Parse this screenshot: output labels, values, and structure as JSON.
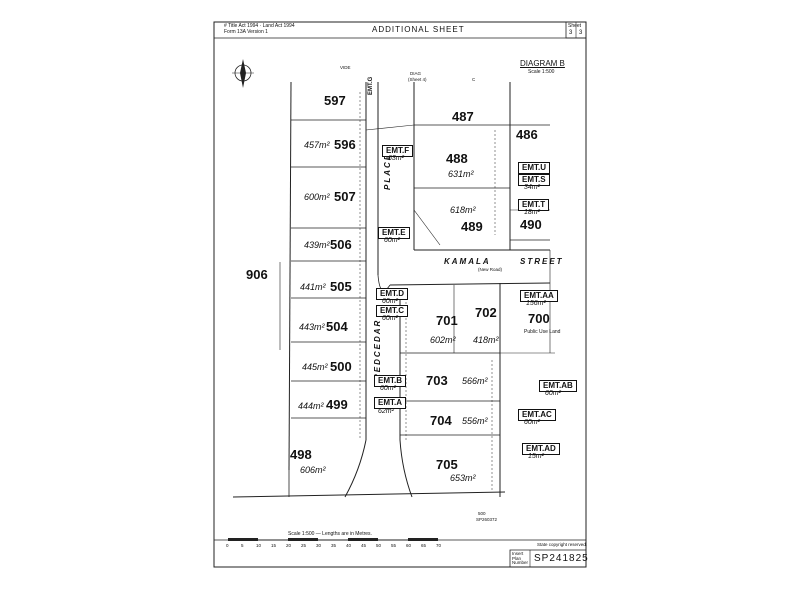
{
  "header": {
    "act_line1": "# Title Act 1994 · Land Act 1994",
    "act_line2": "Form 13A Version 1",
    "title": "ADDITIONAL SHEET",
    "sheet_label": "Sheet",
    "sheet_number": "3",
    "sheet_total": "3"
  },
  "diagram": {
    "title": "DIAGRAM B",
    "scale": "Scale 1:500"
  },
  "roads": {
    "place": "PLACE",
    "kamala": "KAMALA",
    "street": "STREET",
    "redcedar": "REDCEDAR",
    "new_road": "(New Road)",
    "vide": "VIDE",
    "diag": "DIAG",
    "sheet4": "(Sheet 4)",
    "c": "C"
  },
  "lots": [
    {
      "n": "597",
      "area": ""
    },
    {
      "n": "596",
      "area": "457m²"
    },
    {
      "n": "507",
      "area": "600m²"
    },
    {
      "n": "506",
      "area": "439m²"
    },
    {
      "n": "505",
      "area": "441m²"
    },
    {
      "n": "504",
      "area": "443m²"
    },
    {
      "n": "500",
      "area": "445m²"
    },
    {
      "n": "499",
      "area": "444m²"
    },
    {
      "n": "498",
      "area": "606m²"
    },
    {
      "n": "487",
      "area": ""
    },
    {
      "n": "486",
      "area": ""
    },
    {
      "n": "488",
      "area": "631m²"
    },
    {
      "n": "489",
      "area": "618m²"
    },
    {
      "n": "490",
      "area": ""
    },
    {
      "n": "701",
      "area": "602m²"
    },
    {
      "n": "702",
      "area": "418m²"
    },
    {
      "n": "703",
      "area": "566m²"
    },
    {
      "n": "704",
      "area": "556m²"
    },
    {
      "n": "705",
      "area": "653m²"
    },
    {
      "n": "700",
      "area": "Public Use Land"
    },
    {
      "n": "906",
      "area": ""
    }
  ],
  "easements": [
    {
      "n": "EMT.G",
      "area": ""
    },
    {
      "n": "EMT.F",
      "area": "63m²"
    },
    {
      "n": "EMT.E",
      "area": "60m²"
    },
    {
      "n": "EMT.D",
      "area": "60m²"
    },
    {
      "n": "EMT.C",
      "area": "60m²"
    },
    {
      "n": "EMT.B",
      "area": "60m²"
    },
    {
      "n": "EMT.A",
      "area": "62m²"
    },
    {
      "n": "EMT.U",
      "area": ""
    },
    {
      "n": "EMT.S",
      "area": "34m²"
    },
    {
      "n": "EMT.T",
      "area": "18m²"
    },
    {
      "n": "EMT.AA",
      "area": "156m²"
    },
    {
      "n": "EMT.AB",
      "area": "60m²"
    },
    {
      "n": "EMT.AC",
      "area": "60m²"
    },
    {
      "n": "EMT.AD",
      "area": "15m²"
    }
  ],
  "scale_bar": {
    "caption": "Scale 1:500 — Lengths are in Metres.",
    "ticks": [
      "0",
      "5",
      "10",
      "15",
      "20",
      "25",
      "30",
      "35",
      "40",
      "45",
      "50",
      "55",
      "60",
      "65",
      "70"
    ]
  },
  "footer": {
    "copyright": "State copyright reserved.",
    "plan_label": "Insert Plan Number",
    "plan_number": "SP241825",
    "sp_ref": "SP260372",
    "dim_500": "500"
  },
  "north_icon": "north-arrow-icon"
}
